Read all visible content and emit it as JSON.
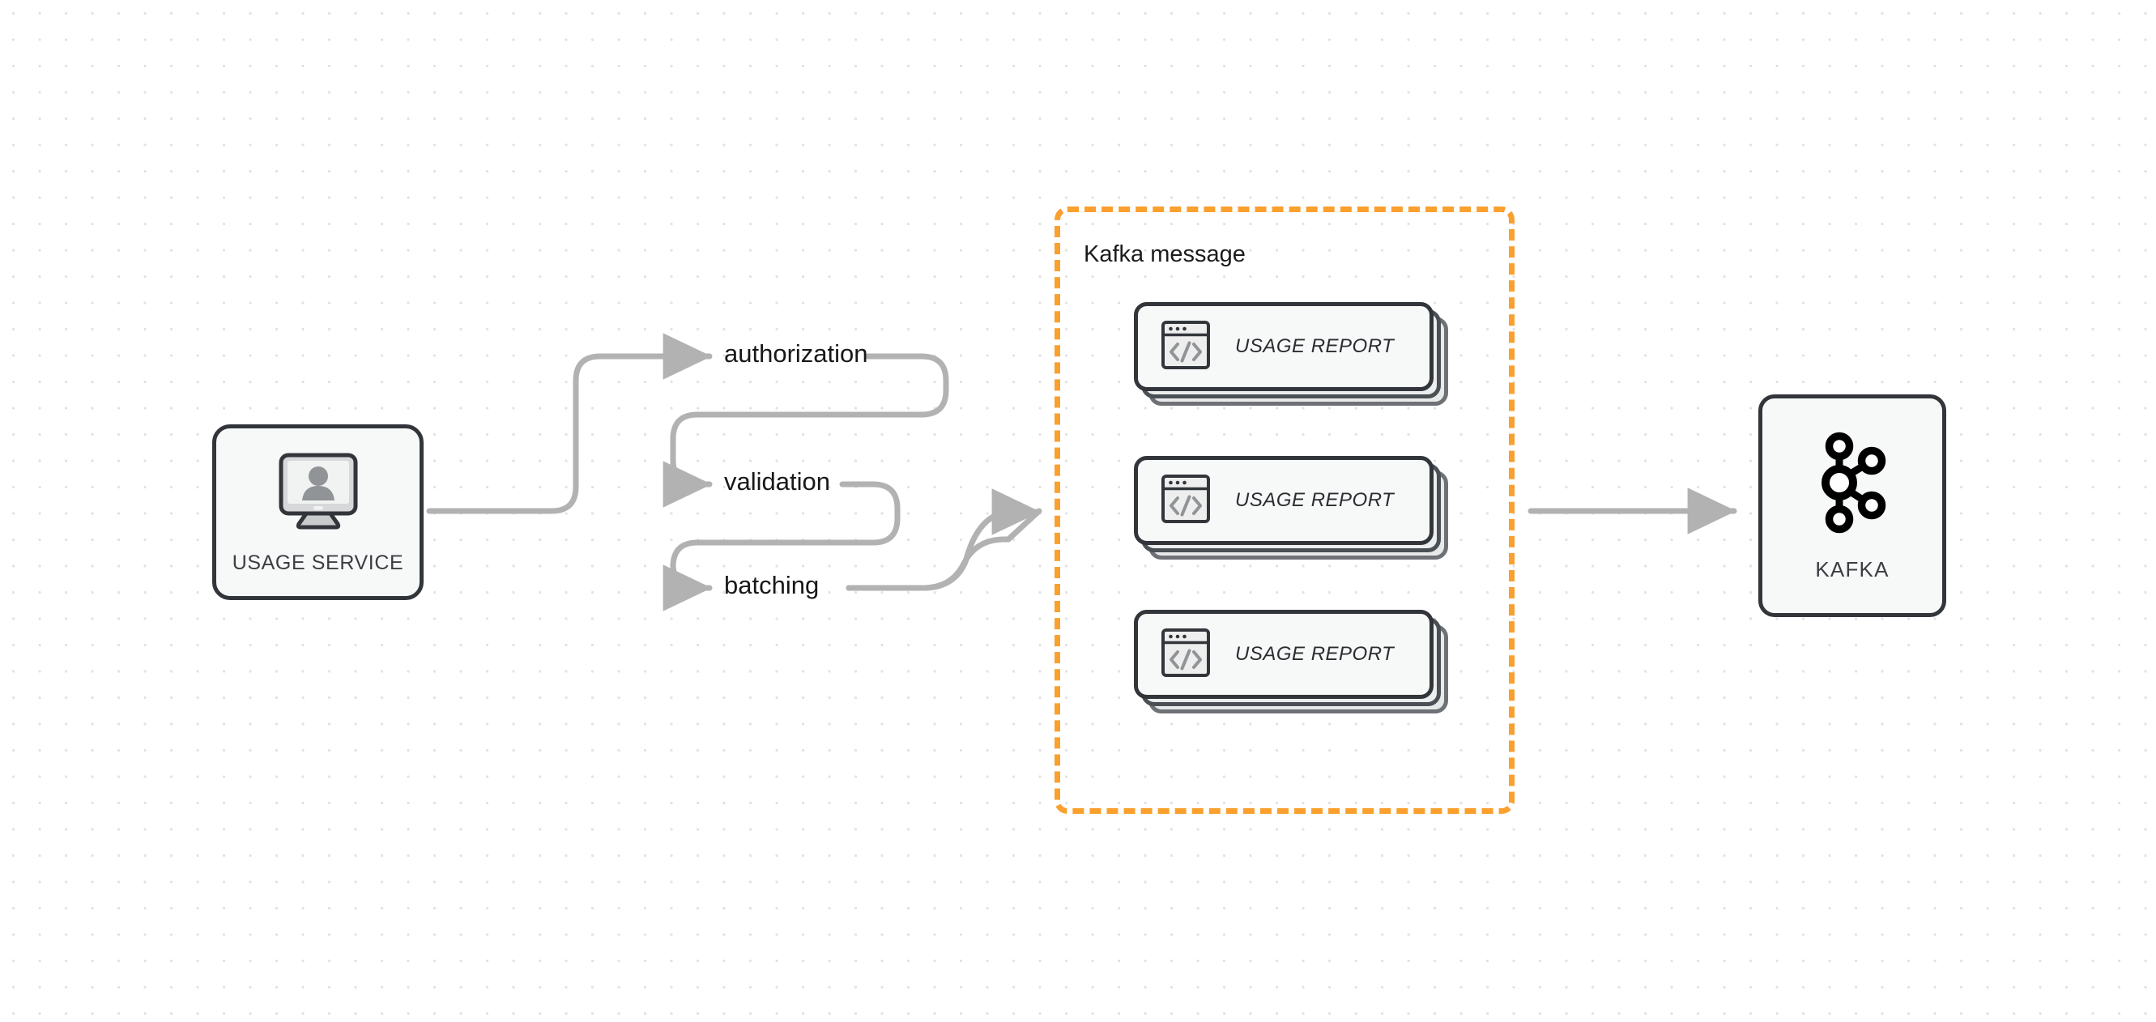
{
  "diagram": {
    "title": "Usage Service to Kafka message flow",
    "background": "#ffffff",
    "dot_grid_color": "#e2e2e2",
    "accent_orange": "#faa02e",
    "edge_color": "#b2b2b2",
    "node_border_color": "#32363b",
    "node_fill_color": "#f7f8f8"
  },
  "nodes": {
    "usage_service": {
      "caption": "USAGE SERVICE",
      "icon": "monitor-user-icon"
    },
    "kafka": {
      "caption": "KAFKA",
      "icon": "kafka-logo-icon"
    }
  },
  "process_steps": [
    {
      "label": "authorization"
    },
    {
      "label": "validation"
    },
    {
      "label": "batching"
    }
  ],
  "kafka_message_group": {
    "title": "Kafka message",
    "border_style": "dashed",
    "border_color": "#faa02e",
    "cards": [
      {
        "label": "USAGE REPORT",
        "icon": "code-window-icon"
      },
      {
        "label": "USAGE REPORT",
        "icon": "code-window-icon"
      },
      {
        "label": "USAGE REPORT",
        "icon": "code-window-icon"
      }
    ]
  }
}
